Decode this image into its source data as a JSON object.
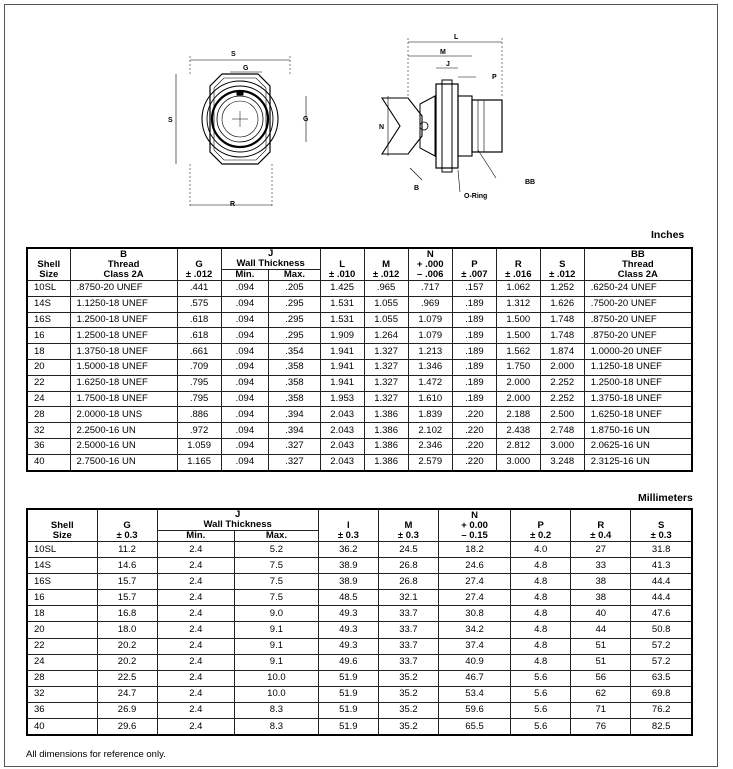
{
  "drawing": {
    "front_view_labels": {
      "s_top": "S",
      "g_top": "G",
      "s_left": "S",
      "g_right": "G",
      "r_bottom": "R"
    },
    "side_view_labels": {
      "l": "L",
      "m": "M",
      "j": "J",
      "p": "P",
      "n": "N",
      "b": "B",
      "bb": "BB",
      "o_ring": "O-Ring"
    }
  },
  "inches": {
    "unit_label": "Inches",
    "headers": {
      "shell_1": "Shell",
      "shell_2": "Size",
      "b_1": "B",
      "b_2": "Thread",
      "b_3": "Class 2A",
      "g_1": "G",
      "g_2": "± .012",
      "j_1": "J",
      "j_2": "Wall Thickness",
      "j_min": "Min.",
      "j_max": "Max.",
      "l_1": "L",
      "l_2": "± .010",
      "m_1": "M",
      "m_2": "± .012",
      "n_1": "N",
      "n_2": "+ .000",
      "n_3": "– .006",
      "p_1": "P",
      "p_2": "± .007",
      "r_1": "R",
      "r_2": "± .016",
      "s_1": "S",
      "s_2": "± .012",
      "bb_1": "BB",
      "bb_2": "Thread",
      "bb_3": "Class 2A"
    },
    "rows": [
      [
        "10SL",
        ".8750-20 UNEF",
        ".441",
        ".094",
        ".205",
        "1.425",
        ".965",
        ".717",
        ".157",
        "1.062",
        "1.252",
        ".6250-24 UNEF"
      ],
      [
        "14S",
        "1.1250-18 UNEF",
        ".575",
        ".094",
        ".295",
        "1.531",
        "1.055",
        ".969",
        ".189",
        "1.312",
        "1.626",
        ".7500-20 UNEF"
      ],
      [
        "16S",
        "1.2500-18 UNEF",
        ".618",
        ".094",
        ".295",
        "1.531",
        "1.055",
        "1.079",
        ".189",
        "1.500",
        "1.748",
        ".8750-20 UNEF"
      ],
      [
        "16",
        "1.2500-18 UNEF",
        ".618",
        ".094",
        ".295",
        "1.909",
        "1.264",
        "1.079",
        ".189",
        "1.500",
        "1.748",
        ".8750-20 UNEF"
      ],
      [
        "18",
        "1.3750-18 UNEF",
        ".661",
        ".094",
        ".354",
        "1.941",
        "1.327",
        "1.213",
        ".189",
        "1.562",
        "1.874",
        "1.0000-20 UNEF"
      ],
      [
        "20",
        "1.5000-18 UNEF",
        ".709",
        ".094",
        ".358",
        "1.941",
        "1.327",
        "1.346",
        ".189",
        "1.750",
        "2.000",
        "1.1250-18 UNEF"
      ],
      [
        "22",
        "1.6250-18 UNEF",
        ".795",
        ".094",
        ".358",
        "1.941",
        "1.327",
        "1.472",
        ".189",
        "2.000",
        "2.252",
        "1.2500-18 UNEF"
      ],
      [
        "24",
        "1.7500-18 UNEF",
        ".795",
        ".094",
        ".358",
        "1.953",
        "1.327",
        "1.610",
        ".189",
        "2.000",
        "2.252",
        "1.3750-18 UNEF"
      ],
      [
        "28",
        "2.0000-18 UNS",
        ".886",
        ".094",
        ".394",
        "2.043",
        "1.386",
        "1.839",
        ".220",
        "2.188",
        "2.500",
        "1.6250-18 UNEF"
      ],
      [
        "32",
        "2.2500-16 UN",
        ".972",
        ".094",
        ".394",
        "2.043",
        "1.386",
        "2.102",
        ".220",
        "2.438",
        "2.748",
        "1.8750-16 UN"
      ],
      [
        "36",
        "2.5000-16 UN",
        "1.059",
        ".094",
        ".327",
        "2.043",
        "1.386",
        "2.346",
        ".220",
        "2.812",
        "3.000",
        "2.0625-16 UN"
      ],
      [
        "40",
        "2.7500-16 UN",
        "1.165",
        ".094",
        ".327",
        "2.043",
        "1.386",
        "2.579",
        ".220",
        "3.000",
        "3.248",
        "2.3125-16 UN"
      ]
    ]
  },
  "millimeters": {
    "unit_label": "Millimeters",
    "headers": {
      "shell_1": "Shell",
      "shell_2": "Size",
      "g_1": "G",
      "g_2": "± 0.3",
      "j_1": "J",
      "j_2": "Wall Thickness",
      "j_min": "Min.",
      "j_max": "Max.",
      "l_1": "l",
      "l_2": "± 0.3",
      "m_1": "M",
      "m_2": "± 0.3",
      "n_1": "N",
      "n_2": "+ 0.00",
      "n_3": "– 0.15",
      "p_1": "P",
      "p_2": "± 0.2",
      "r_1": "R",
      "r_2": "± 0.4",
      "s_1": "S",
      "s_2": "± 0.3"
    },
    "rows": [
      [
        "10SL",
        "11.2",
        "2.4",
        "5.2",
        "36.2",
        "24.5",
        "18.2",
        "4.0",
        "27",
        "31.8"
      ],
      [
        "14S",
        "14.6",
        "2.4",
        "7.5",
        "38.9",
        "26.8",
        "24.6",
        "4.8",
        "33",
        "41.3"
      ],
      [
        "16S",
        "15.7",
        "2.4",
        "7.5",
        "38.9",
        "26.8",
        "27.4",
        "4.8",
        "38",
        "44.4"
      ],
      [
        "16",
        "15.7",
        "2.4",
        "7.5",
        "48.5",
        "32.1",
        "27.4",
        "4.8",
        "38",
        "44.4"
      ],
      [
        "18",
        "16.8",
        "2.4",
        "9.0",
        "49.3",
        "33.7",
        "30.8",
        "4.8",
        "40",
        "47.6"
      ],
      [
        "20",
        "18.0",
        "2.4",
        "9.1",
        "49.3",
        "33.7",
        "34.2",
        "4.8",
        "44",
        "50.8"
      ],
      [
        "22",
        "20.2",
        "2.4",
        "9.1",
        "49.3",
        "33.7",
        "37.4",
        "4.8",
        "51",
        "57.2"
      ],
      [
        "24",
        "20.2",
        "2.4",
        "9.1",
        "49.6",
        "33.7",
        "40.9",
        "4.8",
        "51",
        "57.2"
      ],
      [
        "28",
        "22.5",
        "2.4",
        "10.0",
        "51.9",
        "35.2",
        "46.7",
        "5.6",
        "56",
        "63.5"
      ],
      [
        "32",
        "24.7",
        "2.4",
        "10.0",
        "51.9",
        "35.2",
        "53.4",
        "5.6",
        "62",
        "69.8"
      ],
      [
        "36",
        "26.9",
        "2.4",
        "8.3",
        "51.9",
        "35.2",
        "59.6",
        "5.6",
        "71",
        "76.2"
      ],
      [
        "40",
        "29.6",
        "2.4",
        "8.3",
        "51.9",
        "35.2",
        "65.5",
        "5.6",
        "76",
        "82.5"
      ]
    ]
  },
  "footnote": "All dimensions for reference only."
}
